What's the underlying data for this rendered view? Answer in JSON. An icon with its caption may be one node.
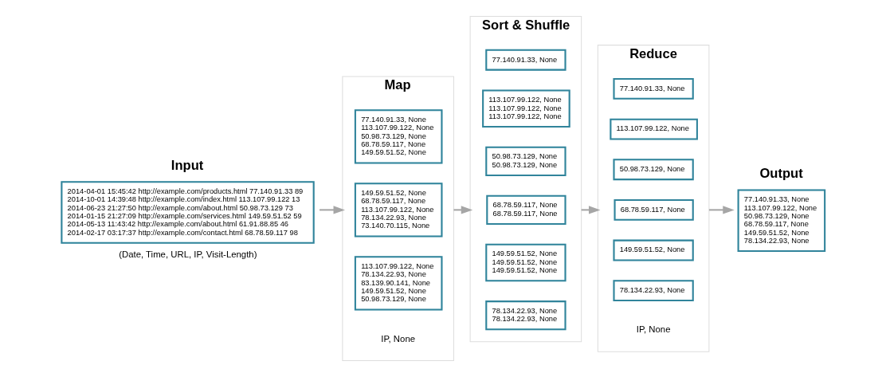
{
  "diagram": {
    "nodes": [
      {
        "text": [
          "Input",
          "2014-04-01 15:45:42 http://example.com/products.html 77.140.91.33 89",
          "2014-10-01 14:39:48 http://example.com/index.html 113.107.99.122 13",
          "2014-06-23 21:27:50 http://example.com/about.html 50.98.73.129 73",
          "2014-01-15 21:27:09 http://example.com/services.html 149.59.51.52 59",
          "2014-05-13 11:43:42 http://example.com/about.html 61.91.88.85 46",
          "2014-02-17 03:17:37 http://example.com/contact.html 68.78.59.117 98"
        ],
        "beside": [
          "(Date, Time, URL, IP, Visit-Length)"
        ]
      },
      {
        "text": [
          "Map"
        ],
        "beside": [
          "IP, None"
        ]
      },
      {
        "text": [
          "77.140.91.33, None",
          "113.107.99.122, None",
          "50.98.73.129, None",
          "68.78.59.117, None",
          "149.59.51.52, None"
        ],
        "in": 1
      },
      {
        "text": [
          "149.59.51.52, None",
          "68.78.59.117, None",
          "113.107.99.122, None",
          "78.134.22.93, None",
          "73.140.70.115, None"
        ],
        "in": 1
      },
      {
        "text": [
          "113.107.99.122, None",
          "78.134.22.93, None",
          "83.139.90.141, None",
          "149.59.51.52, None",
          "50.98.73.129, None"
        ],
        "in": 1
      },
      {
        "text": [
          "Sort & Shuffle"
        ]
      },
      {
        "text": [
          "77.140.91.33, None"
        ],
        "in": 5
      },
      {
        "text": [
          "113.107.99.122, None",
          "113.107.99.122, None",
          "113.107.99.122, None"
        ],
        "in": 5
      },
      {
        "text": [
          "50.98.73.129, None",
          "50.98.73.129, None"
        ],
        "in": 5
      },
      {
        "text": [
          "68.78.59.117, None",
          "68.78.59.117, None"
        ],
        "in": 5
      },
      {
        "text": [
          "149.59.51.52, None",
          "149.59.51.52, None",
          "149.59.51.52, None"
        ],
        "in": 5
      },
      {
        "text": [
          "78.134.22.93, None",
          "78.134.22.93, None"
        ],
        "in": 5
      },
      {
        "text": [
          "Reduce"
        ],
        "beside": [
          "IP, None"
        ]
      },
      {
        "text": [
          "77.140.91.33, None"
        ],
        "in": 12
      },
      {
        "text": [
          "113.107.99.122, None"
        ],
        "in": 12
      },
      {
        "text": [
          "50.98.73.129, None"
        ],
        "in": 12
      },
      {
        "text": [
          "68.78.59.117, None"
        ],
        "in": 12
      },
      {
        "text": [
          "149.59.51.52, None"
        ],
        "in": 12
      },
      {
        "text": [
          "78.134.22.93, None"
        ],
        "in": 12
      },
      {
        "text": [
          "Output",
          "77.140.91.33, None",
          "113.107.99.122, None",
          "50.98.73.129, None",
          "68.78.59.117, None",
          "149.59.51.52, None",
          "78.134.22.93, None"
        ]
      }
    ],
    "edges": [
      {
        "from": 0,
        "to": 1,
        "arrow": "to"
      },
      {
        "from": 1,
        "to": 5,
        "arrow": "to"
      },
      {
        "from": 5,
        "to": 12,
        "arrow": "to"
      },
      {
        "from": 12,
        "to": 19,
        "arrow": "to"
      }
    ]
  }
}
